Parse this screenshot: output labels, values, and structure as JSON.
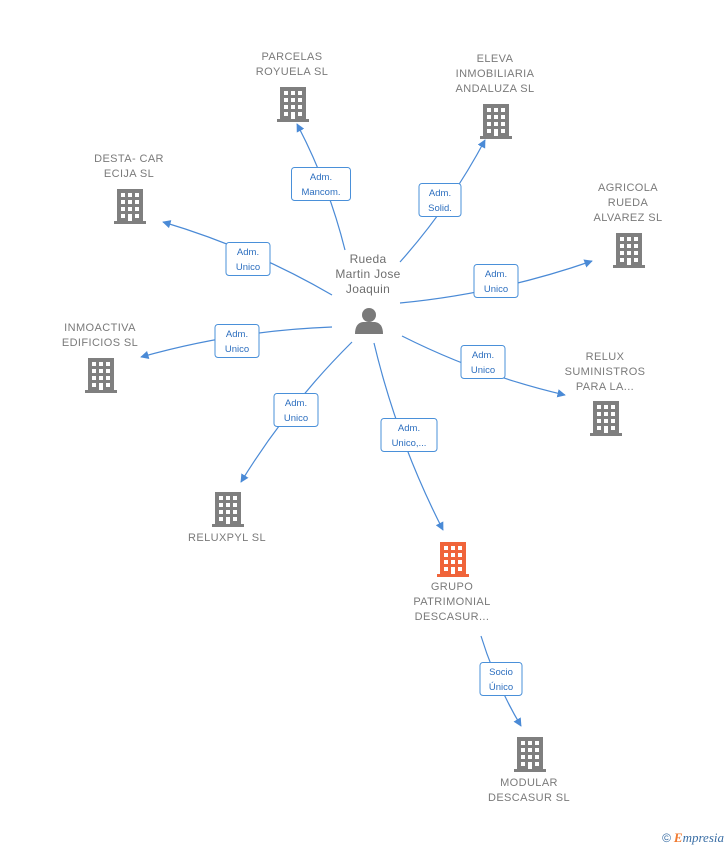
{
  "person": {
    "lines": [
      "Rueda",
      "Martin Jose",
      "Joaquin"
    ],
    "icon": "person-icon"
  },
  "companies": [
    {
      "id": "parcelas",
      "lines": [
        "PARCELAS",
        "ROYUELA  SL"
      ],
      "highlight": false
    },
    {
      "id": "eleva",
      "lines": [
        "ELEVA",
        "INMOBILIARIA",
        "ANDALUZA SL"
      ],
      "highlight": false
    },
    {
      "id": "desta",
      "lines": [
        "DESTA- CAR",
        "ECIJA SL"
      ],
      "highlight": false
    },
    {
      "id": "agricola",
      "lines": [
        "AGRICOLA",
        "RUEDA",
        "ALVAREZ  SL"
      ],
      "highlight": false
    },
    {
      "id": "inmoactiva",
      "lines": [
        "INMOACTIVA",
        "EDIFICIOS   SL"
      ],
      "highlight": false
    },
    {
      "id": "relux",
      "lines": [
        "RELUX",
        "SUMINISTROS",
        "PARA LA..."
      ],
      "highlight": false
    },
    {
      "id": "reluxpyl",
      "lines": [
        "RELUXPYL  SL"
      ],
      "highlight": false
    },
    {
      "id": "grupo",
      "lines": [
        "GRUPO",
        "PATRIMONIAL",
        "DESCASUR..."
      ],
      "highlight": true
    },
    {
      "id": "modular",
      "lines": [
        "MODULAR",
        "DESCASUR SL"
      ],
      "highlight": false
    }
  ],
  "roles": [
    {
      "edge": "parcelas",
      "lines": [
        "Adm.",
        "Mancom."
      ]
    },
    {
      "edge": "eleva",
      "lines": [
        "Adm.",
        "Solid."
      ]
    },
    {
      "edge": "desta",
      "lines": [
        "Adm.",
        "Unico"
      ]
    },
    {
      "edge": "agricola",
      "lines": [
        "Adm.",
        "Unico"
      ]
    },
    {
      "edge": "inmoactiva",
      "lines": [
        "Adm.",
        "Unico"
      ]
    },
    {
      "edge": "relux",
      "lines": [
        "Adm.",
        "Unico"
      ]
    },
    {
      "edge": "reluxpyl",
      "lines": [
        "Adm.",
        "Unico"
      ]
    },
    {
      "edge": "grupo",
      "lines": [
        "Adm.",
        "Unico,..."
      ]
    },
    {
      "edge": "modular",
      "lines": [
        "Socio",
        "Único"
      ]
    }
  ],
  "colors": {
    "building": "#7f7f7f",
    "building_highlight": "#f0643a",
    "edge": "#4a8ad6",
    "person": "#7a7a7a"
  },
  "footer": {
    "copyright": "©",
    "brand_first": "E",
    "brand_rest": "mpresia"
  }
}
